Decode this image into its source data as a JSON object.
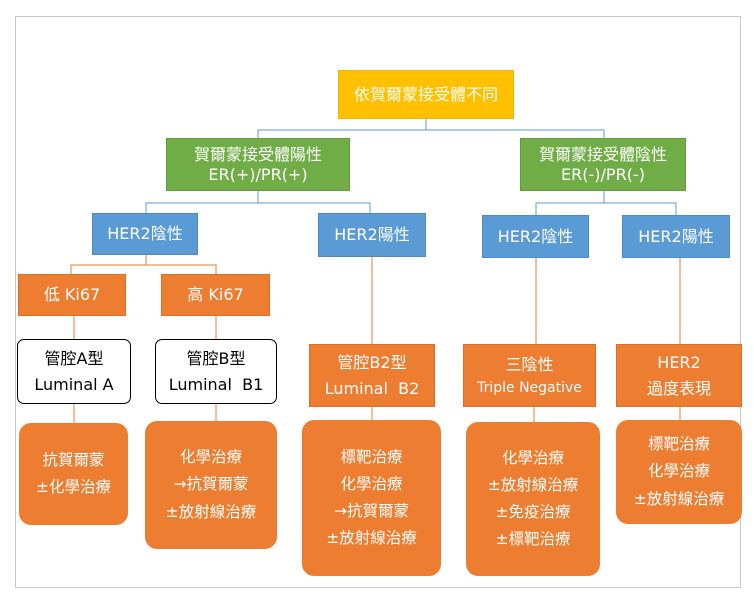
{
  "root": "依賀爾蒙接受體不同",
  "positive": {
    "line1": "賀爾蒙接受體陽性",
    "line2": "ER(+)/PR(+)"
  },
  "negative": {
    "line1": "賀爾蒙接受體陰性",
    "line2": "ER(-)/PR(-)"
  },
  "her2": {
    "pos_neg": "HER2陰性",
    "pos_pos": "HER2陽性",
    "neg_neg": "HER2陰性",
    "neg_pos": "HER2陽性"
  },
  "ki67": {
    "low": "低 Ki67",
    "high": "高 Ki67"
  },
  "subtypes": {
    "luminal_a": {
      "line1": "管腔A型",
      "line2": "Luminal A"
    },
    "luminal_b1": {
      "line1": "管腔B型",
      "line2": "Luminal  B1"
    },
    "luminal_b2": {
      "line1": "管腔B2型",
      "line2": "Luminal  B2"
    },
    "triple_negative": {
      "line1": "三陰性",
      "line2": "Triple Negative"
    },
    "her2_over": {
      "line1": "HER2",
      "line2": "過度表現"
    }
  },
  "treatments": {
    "luminal_a": [
      "抗賀爾蒙",
      "±化學治療"
    ],
    "luminal_b1": [
      "化學治療",
      "→抗賀爾蒙",
      "±放射線治療"
    ],
    "luminal_b2": [
      "標靶治療",
      "化學治療",
      "→抗賀爾蒙",
      "±放射線治療"
    ],
    "triple_negative": [
      "化學治療",
      "±放射線治療",
      "±免疫治療",
      "±標靶治療"
    ],
    "her2_over": [
      "標靶治療",
      "化學治療",
      "±放射線治療"
    ]
  },
  "colors": {
    "root": "#ffc000",
    "receptor": "#70ad47",
    "her2": "#5b9bd5",
    "category": "#ed7d31",
    "connector_blue": "#5b9bd5",
    "connector_orange": "#ed7d31"
  }
}
